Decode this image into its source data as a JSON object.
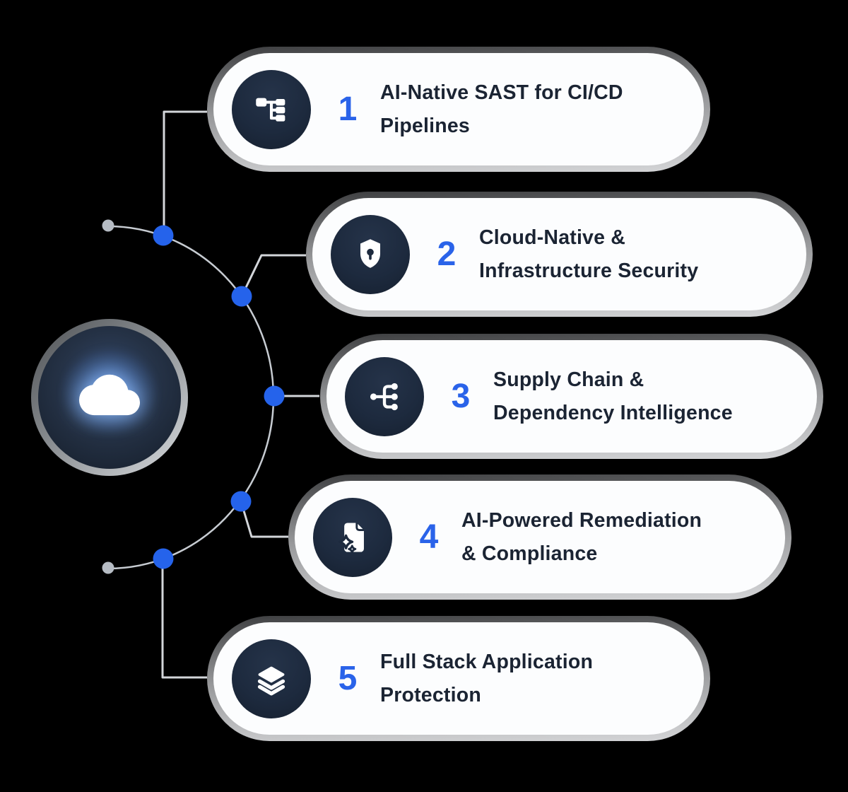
{
  "hub": {
    "icon": "cloud-icon"
  },
  "items": [
    {
      "number": "1",
      "icon": "flow-tree-icon",
      "line1": "AI-Native SAST for CI/CD",
      "line2": "Pipelines"
    },
    {
      "number": "2",
      "icon": "shield-keyhole-icon",
      "line1": "Cloud-Native &",
      "line2": "Infrastructure Security"
    },
    {
      "number": "3",
      "icon": "dependency-graph-icon",
      "line1": "Supply Chain &",
      "line2": "Dependency Intelligence"
    },
    {
      "number": "4",
      "icon": "document-sparkle-icon",
      "line1": "AI-Powered Remediation",
      "line2": "& Compliance"
    },
    {
      "number": "5",
      "icon": "layers-stack-icon",
      "line1": "Full Stack Application",
      "line2": "Protection"
    }
  ],
  "colors": {
    "background": "#000000",
    "accent_blue": "#2563eb",
    "number_blue": "#2a63e9",
    "pill_background": "#fcfdfe",
    "icon_circle_navy": "#1d2a3e",
    "title_text": "#1b2433",
    "connector_gray": "#d2d5d9",
    "endpoint_dot_gray": "#b6bcc4"
  }
}
